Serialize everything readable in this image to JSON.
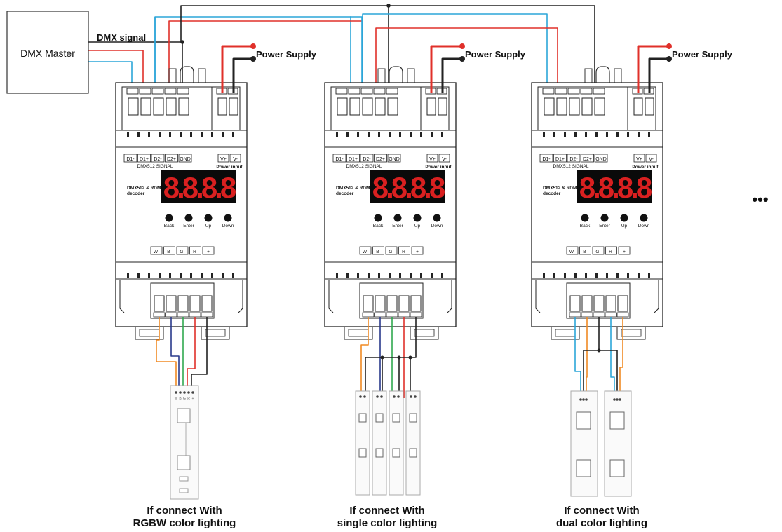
{
  "master": {
    "label": "DMX Master",
    "signal_label": "DMX signal"
  },
  "power_label": "Power Supply",
  "decoder": {
    "input_terminals": [
      "D1-",
      "D1+",
      "D2-",
      "D2+",
      "GND"
    ],
    "signal_caption": "DMX512 SIGNAL",
    "power_terminals": [
      "V+",
      "V-"
    ],
    "power_caption": "Power input",
    "name_line1": "DMX512 & RDM",
    "name_line2": "decoder",
    "display_text": "8.8.8.8",
    "buttons": [
      "Back",
      "Enter",
      "Up",
      "Down"
    ],
    "output_terminals": [
      "W-",
      "B-",
      "G-",
      "R-",
      "+"
    ]
  },
  "strip_rgbw_pads": [
    "W",
    "B",
    "G",
    "R",
    "+"
  ],
  "captions": [
    {
      "line1": "If connect With",
      "line2": "RGBW color lighting"
    },
    {
      "line1": "If connect With",
      "line2": "single color lighting"
    },
    {
      "line1": "If connect With",
      "line2": "dual color lighting"
    }
  ],
  "more_indicator": "•••",
  "colors": {
    "dmx_blue": "#2ca6d9",
    "dmx_red": "#e0302a",
    "power_red": "#e0302a",
    "black": "#222222",
    "orange": "#f08a24",
    "navy": "#2a3a8c",
    "green": "#2fa84f",
    "display_red": "#d92020"
  }
}
